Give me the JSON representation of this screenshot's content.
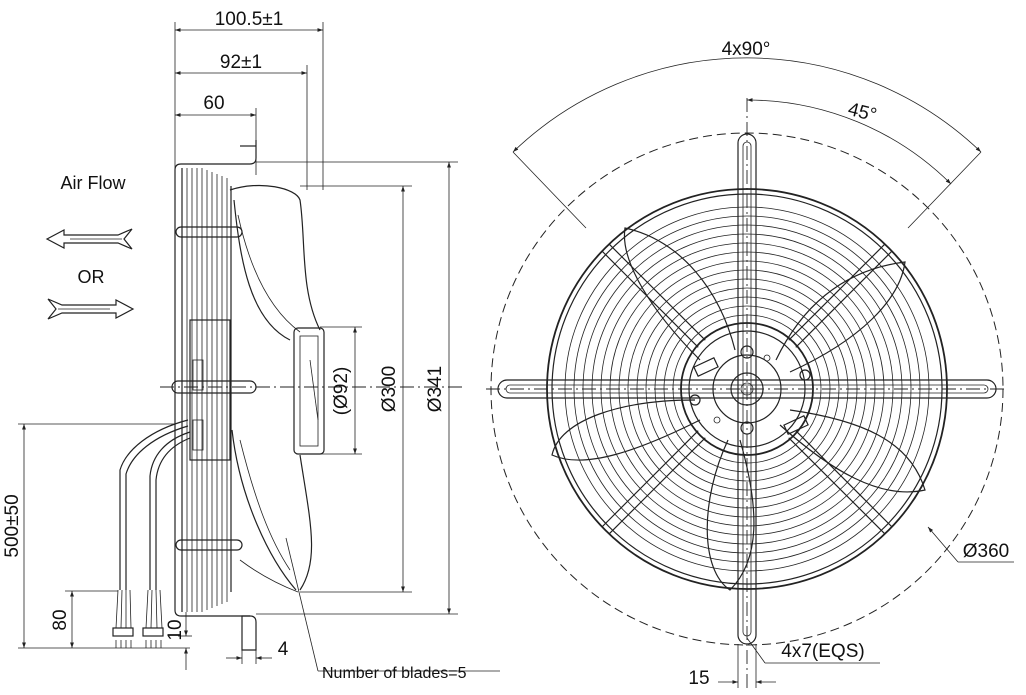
{
  "labels": {
    "air_flow": "Air Flow",
    "or": "OR",
    "blades_note": "Number of blades=5"
  },
  "side_view_dims": {
    "overall_depth": "100.5±1",
    "depth_92": "92±1",
    "depth_60": "60",
    "hub_dia": "(Ø92)",
    "impeller_dia": "Ø300",
    "guard_dia": "Ø341",
    "cable_length": "500±50",
    "cable_strip": "80",
    "strip_end": "10",
    "foot_thickness": "4"
  },
  "front_view_dims": {
    "angle_pattern": "4x90°",
    "angle_offset": "45°",
    "bolt_circle": "Ø360",
    "mount_holes": "4x7(EQS)",
    "foot_width": "15"
  }
}
